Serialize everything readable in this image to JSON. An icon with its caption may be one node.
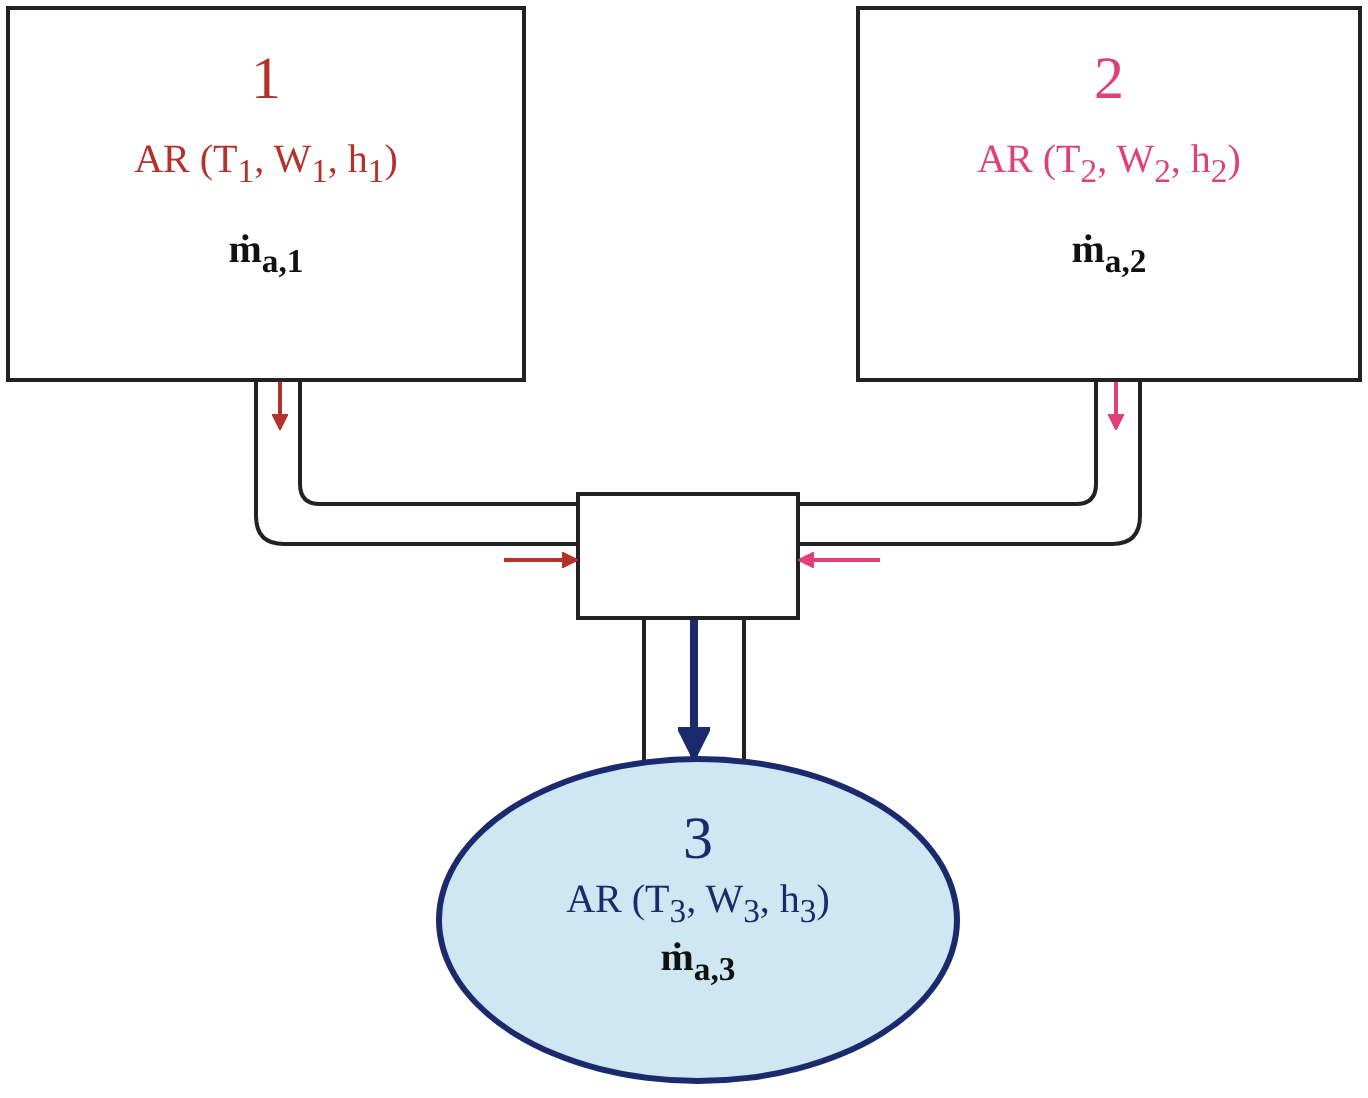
{
  "diagram": {
    "nodes": [
      {
        "text": [
          "1",
          "AR (T$_{1}$, W$_{1}$, h$_{1}$)",
          "ṁ$_{a,1}$"
        ]
      },
      {
        "text": [
          "2",
          "AR (T$_{2}$, W$_{2}$, h$_{2}$)",
          "ṁ$_{a,2}$"
        ]
      },
      {
        "text": [
          "3",
          "AR (T$_{3}$, W$_{3}$, h$_{3}$)",
          "ṁ$_{a,3}$"
        ]
      },
      {
        "text": [],
        "shape": "box"
      }
    ],
    "edges": [
      {
        "from": 0,
        "to": null,
        "arrow": "to",
        "color": "#b5322a"
      },
      {
        "from": null,
        "to": 3,
        "arrow": "to",
        "color": "#b5322a"
      },
      {
        "from": 1,
        "to": null,
        "arrow": "to",
        "color": "#e0407a"
      },
      {
        "from": null,
        "to": 3,
        "arrow": "to",
        "color": "#e0407a"
      },
      {
        "from": 3,
        "to": 2,
        "arrow": "to",
        "style": "thick",
        "color": "#1a2a6c"
      }
    ]
  }
}
